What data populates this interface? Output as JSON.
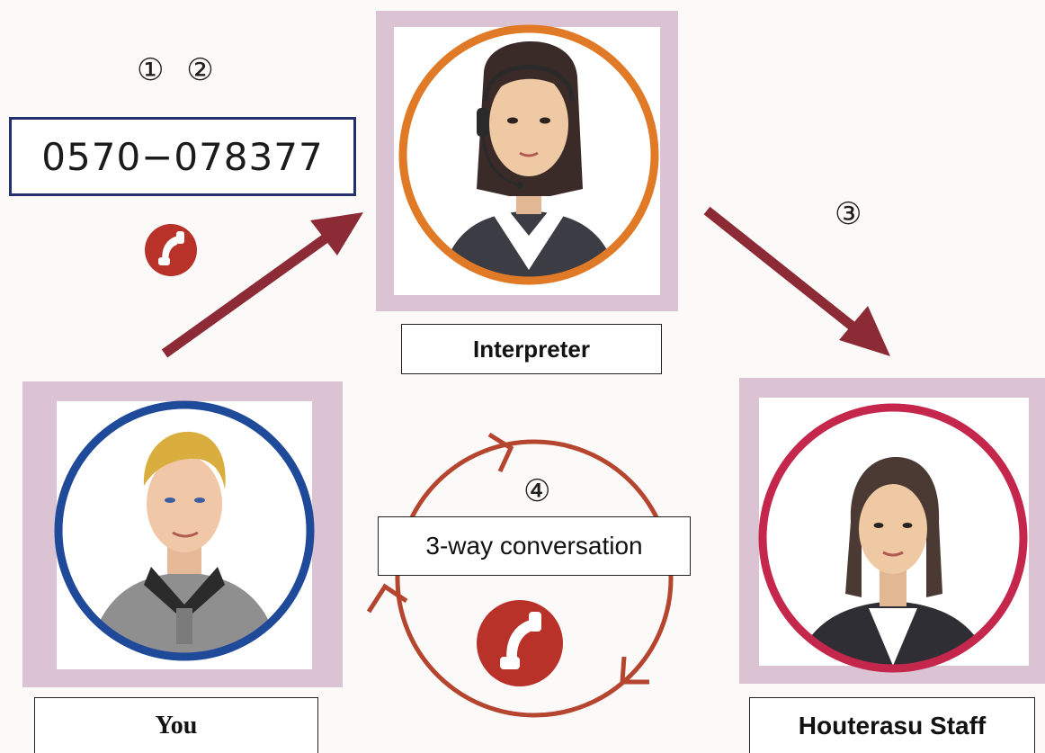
{
  "steps": {
    "top_left": "① ②",
    "right": "③",
    "center": "④"
  },
  "phone_number": "0570−078377",
  "labels": {
    "interpreter": "Interpreter",
    "you": "You",
    "staff": "Houterasu Staff",
    "conversation": "3-way conversation"
  },
  "colors": {
    "arrow": "#8c2a36",
    "card_frame": "#dcc3d4",
    "interpreter_ring": "#e07a26",
    "you_ring": "#1f4a9a",
    "staff_ring": "#c4274b",
    "cycle": "#b5452f",
    "phone_badge": "#b8322a"
  },
  "icons": [
    "phone-icon",
    "interpreter-portrait",
    "you-portrait",
    "staff-portrait",
    "cycle-arrows"
  ]
}
